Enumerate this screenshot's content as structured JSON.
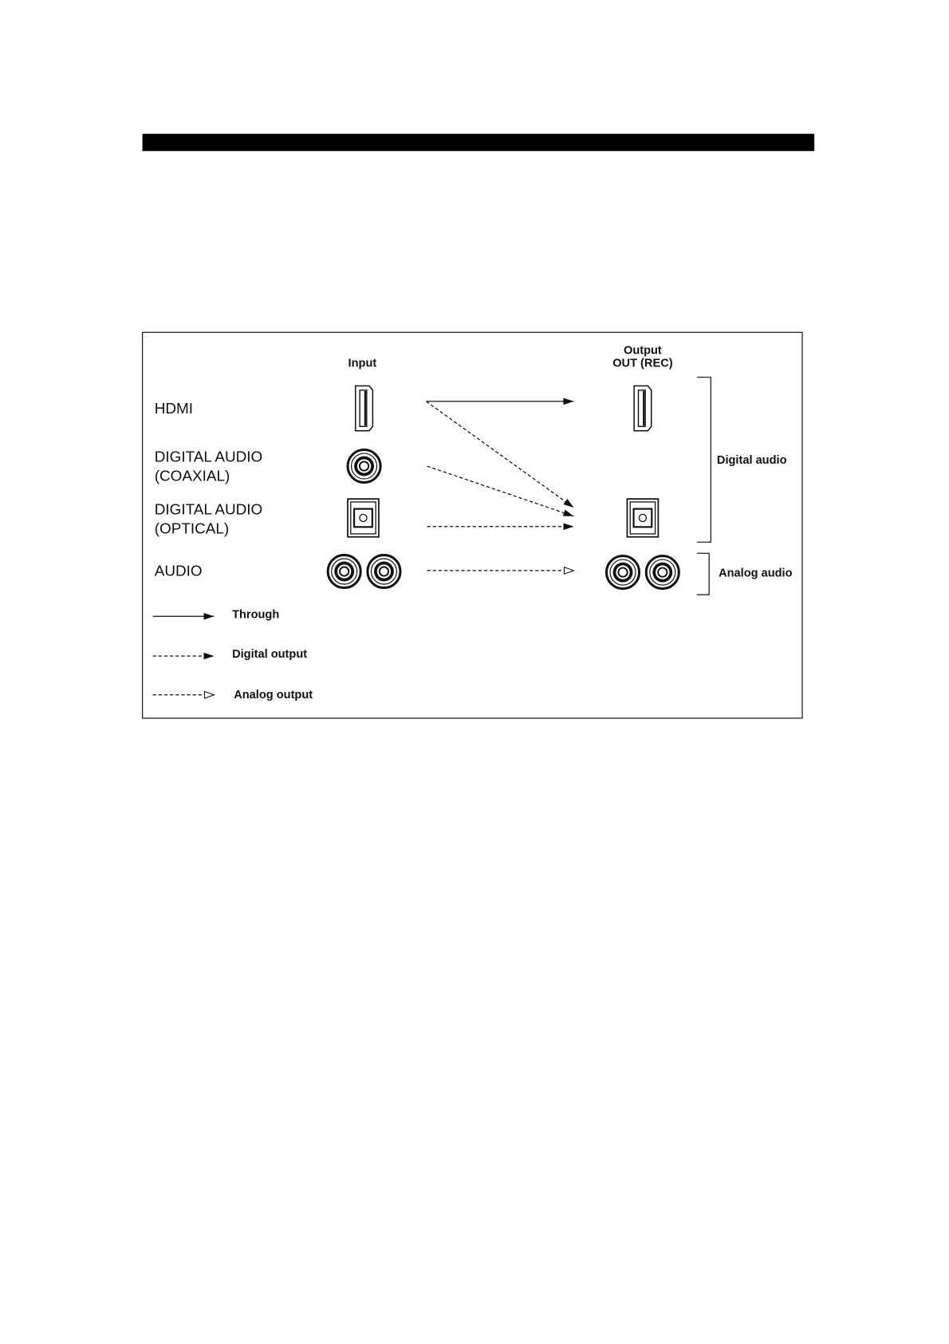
{
  "page": {
    "header_bar_color": "#000000"
  },
  "diagram": {
    "column_headers": {
      "input": "Input",
      "output": [
        "Output",
        "OUT (REC)"
      ]
    },
    "rows": [
      {
        "label": [
          "HDMI"
        ],
        "input_icon": "hdmi-port-icon",
        "output_icon": "hdmi-port-icon"
      },
      {
        "label": [
          "DIGITAL AUDIO",
          "(COAXIAL)"
        ],
        "input_icon": "coaxial-jack-icon"
      },
      {
        "label": [
          "DIGITAL AUDIO",
          "(OPTICAL)"
        ],
        "input_icon": "optical-jack-icon",
        "output_icon": "optical-jack-icon"
      },
      {
        "label": [
          "AUDIO"
        ],
        "input_icon": "rca-jack-pair-icon",
        "output_icon": "rca-jack-pair-icon"
      }
    ],
    "output_groups": [
      "Digital audio",
      "Analog audio"
    ],
    "legend": [
      {
        "label": "Through"
      },
      {
        "label": "Digital output"
      },
      {
        "label": "Analog output"
      }
    ],
    "connections": [
      {
        "from_row": 0,
        "to_row": 0,
        "legend": 0
      },
      {
        "from_row": 0,
        "to_row": 2,
        "legend": 1
      },
      {
        "from_row": 1,
        "to_row": 2,
        "legend": 1
      },
      {
        "from_row": 2,
        "to_row": 2,
        "legend": 1
      },
      {
        "from_row": 3,
        "to_row": 3,
        "legend": 2
      }
    ]
  }
}
